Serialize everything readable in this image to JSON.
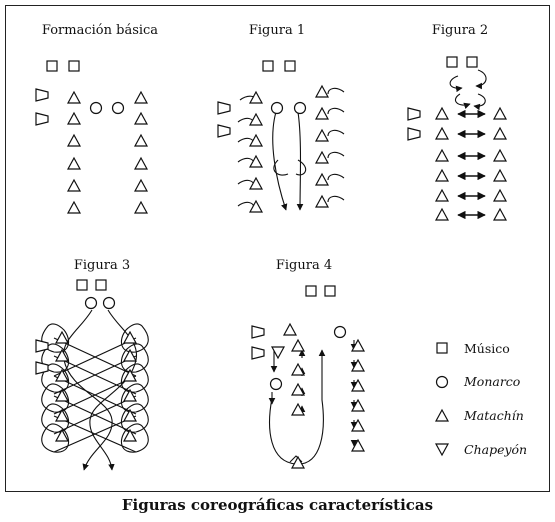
{
  "caption": "Figuras coreográficas características",
  "panels": {
    "formacion_basica": "Formación básica",
    "figura1": "Figura 1",
    "figura2": "Figura 2",
    "figura3": "Figura 3",
    "figura4": "Figura 4"
  },
  "legend": {
    "musico": "Músico",
    "monarco": "Monarco",
    "matachin": "Matachín",
    "chapeyon": "Chapeyón"
  }
}
